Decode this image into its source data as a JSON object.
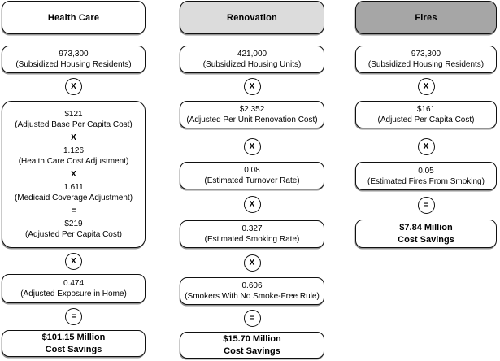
{
  "colors": {
    "health_care_header_bg": "#ffffff",
    "renovation_header_bg": "#dcdcdc",
    "fires_header_bg": "#a6a6a6",
    "box_border": "#111111",
    "text": "#000000",
    "box_bg": "#ffffff"
  },
  "columns": [
    {
      "id": "health-care",
      "header": "Health Care",
      "steps": [
        {
          "value": "973,300",
          "label": "(Subsidized Housing Residents)"
        },
        {
          "op": "X"
        },
        {
          "lines": [
            "$121",
            "(Adjusted Base Per Capita Cost)",
            "X",
            "1.126",
            "(Health Care Cost Adjustment)",
            "X",
            "1.611",
            "(Medicaid Coverage Adjustment)",
            "=",
            "$219",
            "(Adjusted Per Capita Cost)"
          ]
        },
        {
          "op": "X"
        },
        {
          "value": "0.474",
          "label": "(Adjusted Exposure in Home)"
        },
        {
          "op": "="
        },
        {
          "result_line1": "$101.15 Million",
          "result_line2": "Cost Savings"
        }
      ]
    },
    {
      "id": "renovation",
      "header": "Renovation",
      "steps": [
        {
          "value": "421,000",
          "label": "(Subsidized Housing Units)"
        },
        {
          "op": "X"
        },
        {
          "value": "$2,352",
          "label": "(Adjusted Per Unit Renovation Cost)"
        },
        {
          "op": "X"
        },
        {
          "value": "0.08",
          "label": "(Estimated Turnover Rate)"
        },
        {
          "op": "X"
        },
        {
          "value": "0.327",
          "label": "(Estimated Smoking Rate)"
        },
        {
          "op": "X"
        },
        {
          "value": "0.606",
          "label": "(Smokers With No Smoke-Free Rule)"
        },
        {
          "op": "="
        },
        {
          "result_line1": "$15.70 Million",
          "result_line2": "Cost Savings"
        }
      ]
    },
    {
      "id": "fires",
      "header": "Fires",
      "steps": [
        {
          "value": "973,300",
          "label": "(Subsidized Housing Residents)"
        },
        {
          "op": "X"
        },
        {
          "value": "$161",
          "label": "(Adjusted Per Capita Cost)"
        },
        {
          "op": "X"
        },
        {
          "value": "0.05",
          "label": "(Estimated Fires From Smoking)"
        },
        {
          "op": "="
        },
        {
          "result_line1": "$7.84 Million",
          "result_line2": "Cost Savings"
        }
      ]
    }
  ]
}
